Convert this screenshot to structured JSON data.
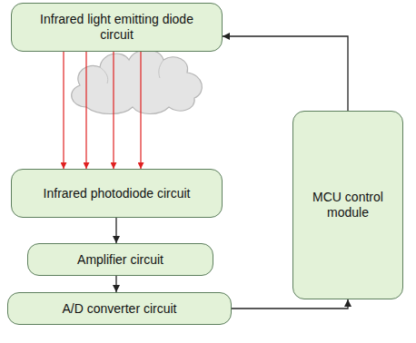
{
  "diagram": {
    "nodes": [
      {
        "text": [
          "Infrared light emitting diode circuit"
        ]
      },
      {
        "text": [
          "Infrared photodiode circuit"
        ]
      },
      {
        "text": [
          "Amplifier circuit"
        ]
      },
      {
        "text": [
          "A/D converter circuit"
        ]
      },
      {
        "text": [
          "MCU control module"
        ]
      }
    ],
    "edges": [
      {
        "from": 0,
        "to": 1,
        "arrow": "to"
      },
      {
        "from": 0,
        "to": 1,
        "arrow": "to"
      },
      {
        "from": 0,
        "to": 1,
        "arrow": "to"
      },
      {
        "from": 0,
        "to": 1,
        "arrow": "to"
      },
      {
        "from": 1,
        "to": 2,
        "arrow": "to"
      },
      {
        "from": 2,
        "to": 3,
        "arrow": "to"
      },
      {
        "from": 3,
        "to": 4,
        "arrow": "to"
      },
      {
        "from": 4,
        "to": 0,
        "arrow": "to"
      }
    ]
  }
}
